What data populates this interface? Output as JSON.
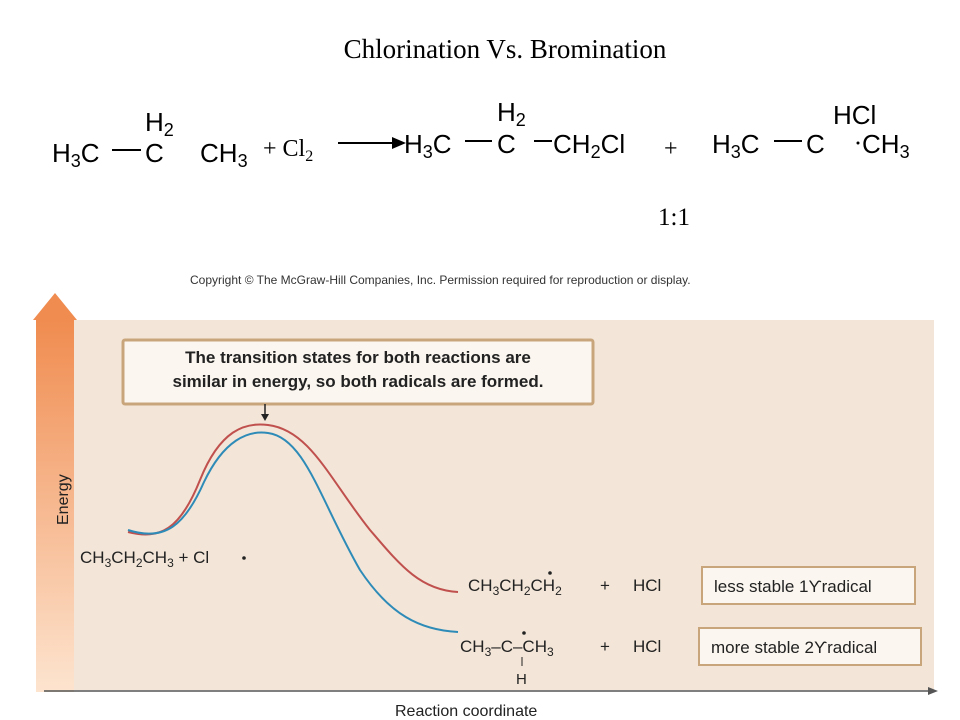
{
  "title": "Chlorination Vs. Bromination",
  "reaction": {
    "reactant": {
      "left": "H3C",
      "center": "C",
      "top": "H2",
      "right": "CH3"
    },
    "reagent": "+ Cl2",
    "product1": {
      "left": "H3C",
      "center": "C",
      "top": "H2",
      "right": "CH2Cl"
    },
    "plus": "+",
    "product2": {
      "left": "H3C",
      "center": "C",
      "top": "HCl",
      "right": "CH3"
    }
  },
  "ratio": "1:1",
  "copyright": "Copyright © The McGraw-Hill Companies, Inc. Permission required for reproduction or display.",
  "diagram": {
    "callout": [
      "The transition states for both reactions are",
      "similar in energy, so both radicals are formed."
    ],
    "y_axis_label": "Energy",
    "x_axis_label": "Reaction coordinate",
    "start_label": "CH3CH2CH3 + Cl•",
    "product_primary": {
      "formula": "CH3CH2CH2",
      "plus": "+",
      "byproduct": "HCl",
      "box": "less stable 1ϒradical"
    },
    "product_secondary": {
      "formula": "CH3–C–CH3",
      "sub": "H",
      "plus": "+",
      "byproduct": "HCl",
      "box": "more stable 2ϒradical"
    },
    "colors": {
      "primary_curve": "#c0504d",
      "secondary_curve": "#2e8bb8",
      "panel": "#f3e6d8",
      "axis_arrow": "#f08c50"
    }
  }
}
